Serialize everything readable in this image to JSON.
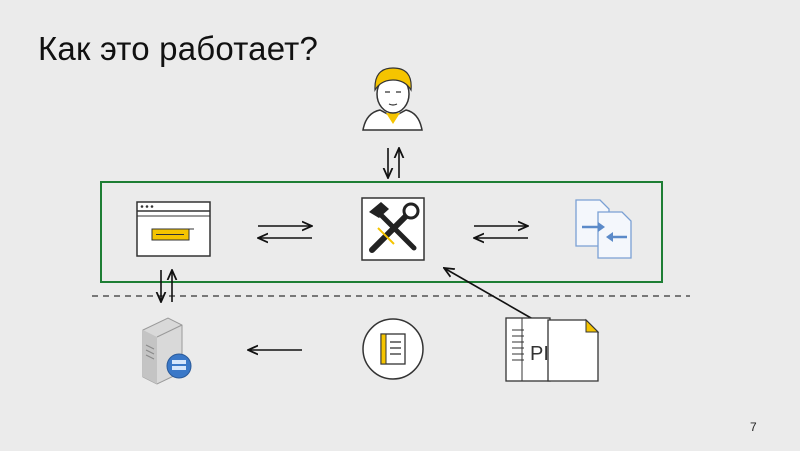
{
  "slide": {
    "title": "Как это работает?",
    "page_number": "7"
  },
  "diagram": {
    "icons": [
      "user-icon",
      "browser-window-icon",
      "tools-icon",
      "compare-documents-icon",
      "server-icon",
      "document-circle-icon",
      "pdf-files-icon"
    ],
    "file_label": "PI",
    "colors": {
      "frame": "#1e7e34",
      "accent": "#f5c400",
      "doc_blue": "#5b8ac9",
      "dashed_line": "#333333",
      "arrow": "#111111"
    }
  }
}
